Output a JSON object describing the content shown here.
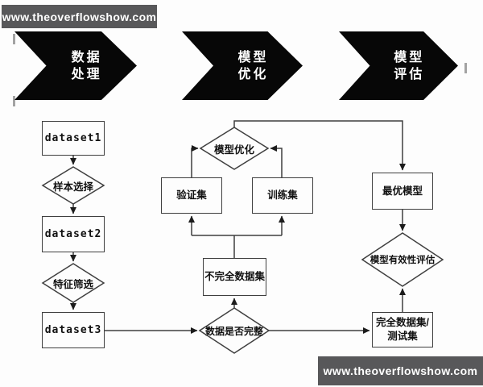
{
  "watermarks": {
    "top_left": "www.theoverflowshow.com",
    "bottom_right": "www.theoverflowshow.com"
  },
  "stages": [
    {
      "name": "data-processing",
      "lines": [
        "数据",
        "处理"
      ]
    },
    {
      "name": "model-optimization",
      "lines": [
        "模型",
        "优化"
      ]
    },
    {
      "name": "model-evaluation",
      "lines": [
        "模型",
        "评估"
      ]
    }
  ],
  "flowchart": {
    "nodes": {
      "dataset1": "dataset1",
      "sample_selection": "样本选择",
      "dataset2": "dataset2",
      "feature_filtering": "特征筛选",
      "dataset3": "dataset3",
      "validation_set": "验证集",
      "training_set": "训练集",
      "model_optimization": "模型优化",
      "incomplete_dataset": "不完全数据集",
      "data_complete_check": "数据是否完整",
      "optimal_model": "最优模型",
      "model_validity_eval": "模型有效性评估",
      "complete_dataset": [
        "完全数据集/",
        "测试集"
      ]
    },
    "edges": [
      "dataset1 -> sample_selection",
      "sample_selection -> dataset2",
      "dataset2 -> feature_filtering",
      "feature_filtering -> dataset3",
      "dataset3 -> data_complete_check",
      "data_complete_check -> incomplete_dataset",
      "incomplete_dataset -> validation_set",
      "incomplete_dataset -> training_set",
      "validation_set -> model_optimization",
      "training_set -> model_optimization",
      "model_optimization -> optimal_model",
      "optimal_model -> model_validity_eval",
      "complete_dataset -> model_validity_eval",
      "data_complete_check -> complete_dataset"
    ]
  },
  "colors": {
    "stage_arrow": "#070707",
    "watermark_gray": "#58585a",
    "wire": "#3f3f3f",
    "background": "#fdfdfd"
  }
}
